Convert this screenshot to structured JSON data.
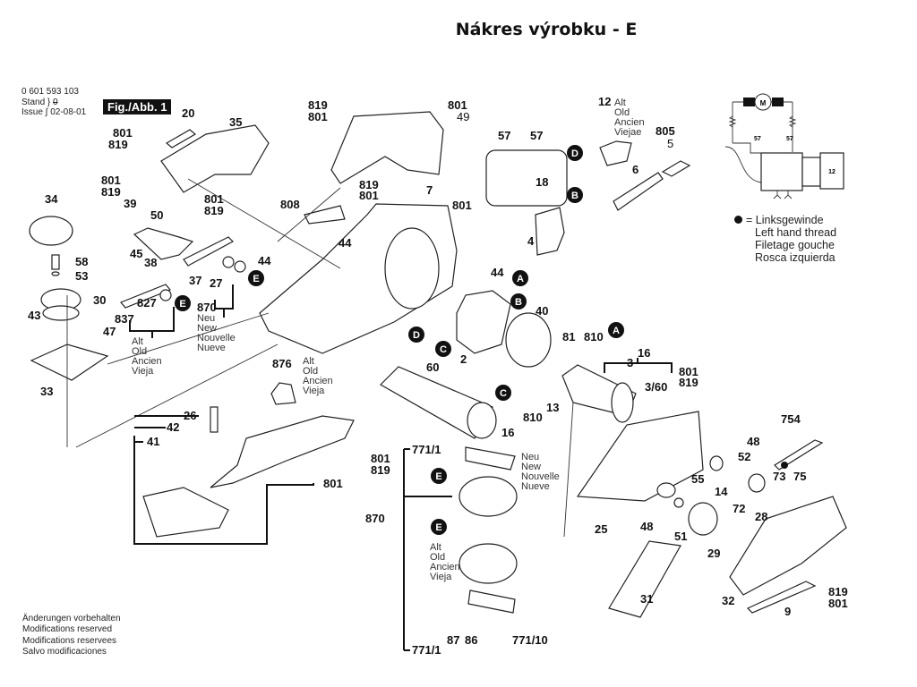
{
  "page": {
    "title": "Nákres výrobku - E",
    "part_number": "0 601 593 103",
    "stand_label": "Stand",
    "issue_label": "Issue",
    "issue_date": "02-08-01",
    "figure_label": "Fig./Abb. 1"
  },
  "footer": {
    "lines": [
      "Änderungen vorbehalten",
      "Modifications reserved",
      "Modifications reservees",
      "Salvo modificaciones"
    ]
  },
  "legend": {
    "symbol": "black-dot",
    "lines": [
      "= Linksgewinde",
      "Left hand thread",
      "Filetage gouche",
      "Rosca izquierda"
    ]
  },
  "schematic": {
    "motor_label": "M",
    "wire_labels": [
      "57",
      "57"
    ],
    "switch_label": "12"
  },
  "version_tags": {
    "old_a": [
      "Alt",
      "Old",
      "Ancien",
      "Vieja"
    ],
    "old_b": [
      "Alt",
      "Old",
      "Ancien",
      "Viejae"
    ],
    "new": [
      "Neu",
      "New",
      "Nouvelle",
      "Nueve"
    ]
  },
  "callouts": [
    {
      "id": "c801a",
      "text": "801"
    },
    {
      "id": "c819a",
      "text": "819"
    },
    {
      "id": "c20",
      "text": "20"
    },
    {
      "id": "c35",
      "text": "35"
    },
    {
      "id": "c801b",
      "text": "801"
    },
    {
      "id": "c819b",
      "text": "819"
    },
    {
      "id": "c39",
      "text": "39"
    },
    {
      "id": "c50",
      "text": "50"
    },
    {
      "id": "c45",
      "text": "45"
    },
    {
      "id": "c38",
      "text": "38"
    },
    {
      "id": "c801c",
      "text": "801"
    },
    {
      "id": "c819c",
      "text": "819"
    },
    {
      "id": "c34",
      "text": "34"
    },
    {
      "id": "c58",
      "text": "58"
    },
    {
      "id": "c53",
      "text": "53"
    },
    {
      "id": "c30",
      "text": "30"
    },
    {
      "id": "c43",
      "text": "43"
    },
    {
      "id": "c47",
      "text": "47"
    },
    {
      "id": "c33",
      "text": "33"
    },
    {
      "id": "c837",
      "text": "837"
    },
    {
      "id": "c827",
      "text": "827"
    },
    {
      "id": "c37",
      "text": "37"
    },
    {
      "id": "c27",
      "text": "27"
    },
    {
      "id": "c870a",
      "text": "870"
    },
    {
      "id": "c44a",
      "text": "44"
    },
    {
      "id": "c819d",
      "text": "819"
    },
    {
      "id": "c801d",
      "text": "801"
    },
    {
      "id": "c801e",
      "text": "801"
    },
    {
      "id": "c49",
      "text": "49"
    },
    {
      "id": "c819e",
      "text": "819"
    },
    {
      "id": "c801f",
      "text": "801"
    },
    {
      "id": "c7",
      "text": "7"
    },
    {
      "id": "c808",
      "text": "808"
    },
    {
      "id": "c801g",
      "text": "801"
    },
    {
      "id": "c44b",
      "text": "44"
    },
    {
      "id": "c44c",
      "text": "44"
    },
    {
      "id": "c12",
      "text": "12"
    },
    {
      "id": "c57a",
      "text": "57"
    },
    {
      "id": "c57b",
      "text": "57"
    },
    {
      "id": "c18",
      "text": "18"
    },
    {
      "id": "c4",
      "text": "4"
    },
    {
      "id": "c805",
      "text": "805"
    },
    {
      "id": "c5",
      "text": "5"
    },
    {
      "id": "c6",
      "text": "6"
    },
    {
      "id": "c876",
      "text": "876"
    },
    {
      "id": "c60",
      "text": "60"
    },
    {
      "id": "c2",
      "text": "2"
    },
    {
      "id": "c40",
      "text": "40"
    },
    {
      "id": "c81",
      "text": "81"
    },
    {
      "id": "c810a",
      "text": "810"
    },
    {
      "id": "c16a",
      "text": "16"
    },
    {
      "id": "c13",
      "text": "13"
    },
    {
      "id": "c810b",
      "text": "810"
    },
    {
      "id": "c16b",
      "text": "16"
    },
    {
      "id": "c3",
      "text": "3"
    },
    {
      "id": "c360",
      "text": "3/60"
    },
    {
      "id": "c801h",
      "text": "801"
    },
    {
      "id": "c819h",
      "text": "819"
    },
    {
      "id": "c26",
      "text": "26"
    },
    {
      "id": "c42",
      "text": "42"
    },
    {
      "id": "c41",
      "text": "41"
    },
    {
      "id": "c801i",
      "text": "801"
    },
    {
      "id": "c819i",
      "text": "819"
    },
    {
      "id": "c801j",
      "text": "801"
    },
    {
      "id": "c7711a",
      "text": "771/1"
    },
    {
      "id": "c870b",
      "text": "870"
    },
    {
      "id": "c87",
      "text": "87"
    },
    {
      "id": "c86",
      "text": "86"
    },
    {
      "id": "c77110",
      "text": "771/10"
    },
    {
      "id": "c7711b",
      "text": "771/1"
    },
    {
      "id": "c754",
      "text": "754"
    },
    {
      "id": "c48a",
      "text": "48"
    },
    {
      "id": "c52",
      "text": "52"
    },
    {
      "id": "c73",
      "text": "73"
    },
    {
      "id": "c75",
      "text": "75"
    },
    {
      "id": "c55",
      "text": "55"
    },
    {
      "id": "c14",
      "text": "14"
    },
    {
      "id": "c28",
      "text": "28"
    },
    {
      "id": "c48b",
      "text": "48"
    },
    {
      "id": "c72",
      "text": "72"
    },
    {
      "id": "c25",
      "text": "25"
    },
    {
      "id": "c51",
      "text": "51"
    },
    {
      "id": "c29",
      "text": "29"
    },
    {
      "id": "c31",
      "text": "31"
    },
    {
      "id": "c32",
      "text": "32"
    },
    {
      "id": "c9",
      "text": "9"
    },
    {
      "id": "c819j",
      "text": "819"
    },
    {
      "id": "c801k",
      "text": "801"
    }
  ],
  "connectors": [
    {
      "id": "A1",
      "letter": "A"
    },
    {
      "id": "A2",
      "letter": "A"
    },
    {
      "id": "B1",
      "letter": "B"
    },
    {
      "id": "B2",
      "letter": "B"
    },
    {
      "id": "C1",
      "letter": "C"
    },
    {
      "id": "C2",
      "letter": "C"
    },
    {
      "id": "D1",
      "letter": "D"
    },
    {
      "id": "D2",
      "letter": "D"
    },
    {
      "id": "E1",
      "letter": "E"
    },
    {
      "id": "E2",
      "letter": "E"
    },
    {
      "id": "E3",
      "letter": "E"
    },
    {
      "id": "E4",
      "letter": "E"
    }
  ]
}
